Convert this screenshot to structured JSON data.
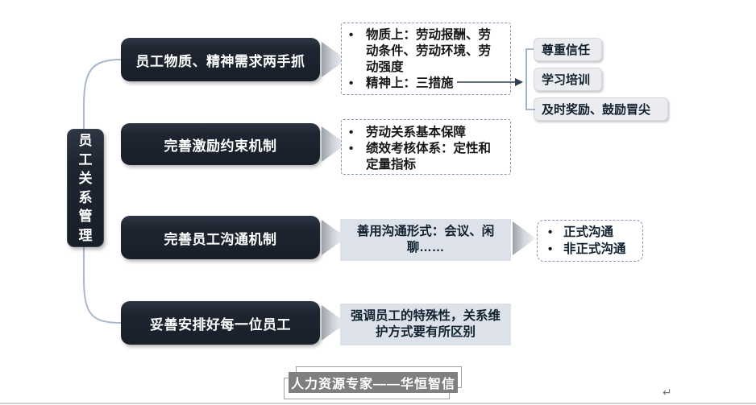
{
  "root": {
    "label": "员工关系管理"
  },
  "branches": [
    {
      "label": "员工物质、精神需求两手抓"
    },
    {
      "label": "完善激励约束机制"
    },
    {
      "label": "完善员工沟通机制"
    },
    {
      "label": "妥善安排好每一位员工"
    }
  ],
  "details": {
    "needs": {
      "items": [
        "物质上：劳动报酬、劳动条件、劳动环境、劳动强度",
        "精神上：三措施"
      ]
    },
    "incentive": {
      "items": [
        "劳动关系基本保障",
        "绩效考核体系：定性和定量指标"
      ]
    },
    "communication": {
      "text": "善用沟通形式：会议、闲聊……"
    },
    "arrangement": {
      "text": "强调员工的特殊性，关系维护方式要有所区别"
    }
  },
  "leaves": {
    "spirit_measures": [
      "尊重信任",
      "学习培训",
      "及时奖励、鼓励冒尖"
    ],
    "communication_types": [
      "正式沟通",
      "非正式沟通"
    ]
  },
  "footer": {
    "banner": "人力资源专家——华恒智信",
    "return_mark": "↵"
  },
  "colors": {
    "node_dark": "#1e2530",
    "panel_gray": "#dde2ea",
    "leaf_gray": "#ebecef",
    "dashed_border": "#8496b0",
    "connector": "#a9b8c8",
    "arrow": "#2e3d50",
    "banner_gray": "#7f7f7f"
  }
}
